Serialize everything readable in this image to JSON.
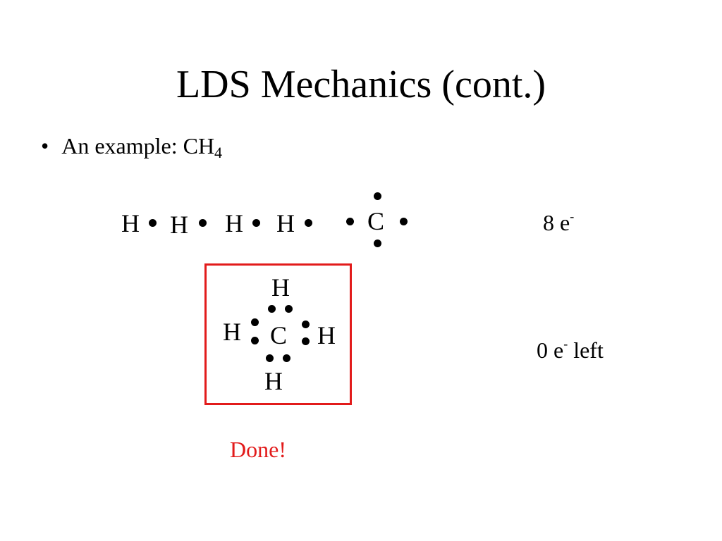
{
  "slide": {
    "title": "LDS Mechanics (cont.)",
    "bullet": {
      "symbol": "•",
      "text": "An example:  CH",
      "subscript": "4"
    }
  },
  "atoms": {
    "h1": "H",
    "h2": "H",
    "h3": "H",
    "h4": "H",
    "carbon": "C"
  },
  "electron_count": {
    "value": "8 e",
    "superscript": "-"
  },
  "structure": {
    "top": "H",
    "left": "H",
    "center": "C",
    "right": "H",
    "bottom": "H"
  },
  "remaining": {
    "value": "0 e",
    "superscript": "-",
    "suffix": " left"
  },
  "status": {
    "label": "Done!",
    "color": "#e21b1b"
  },
  "colors": {
    "box_border": "#e21b1b"
  }
}
